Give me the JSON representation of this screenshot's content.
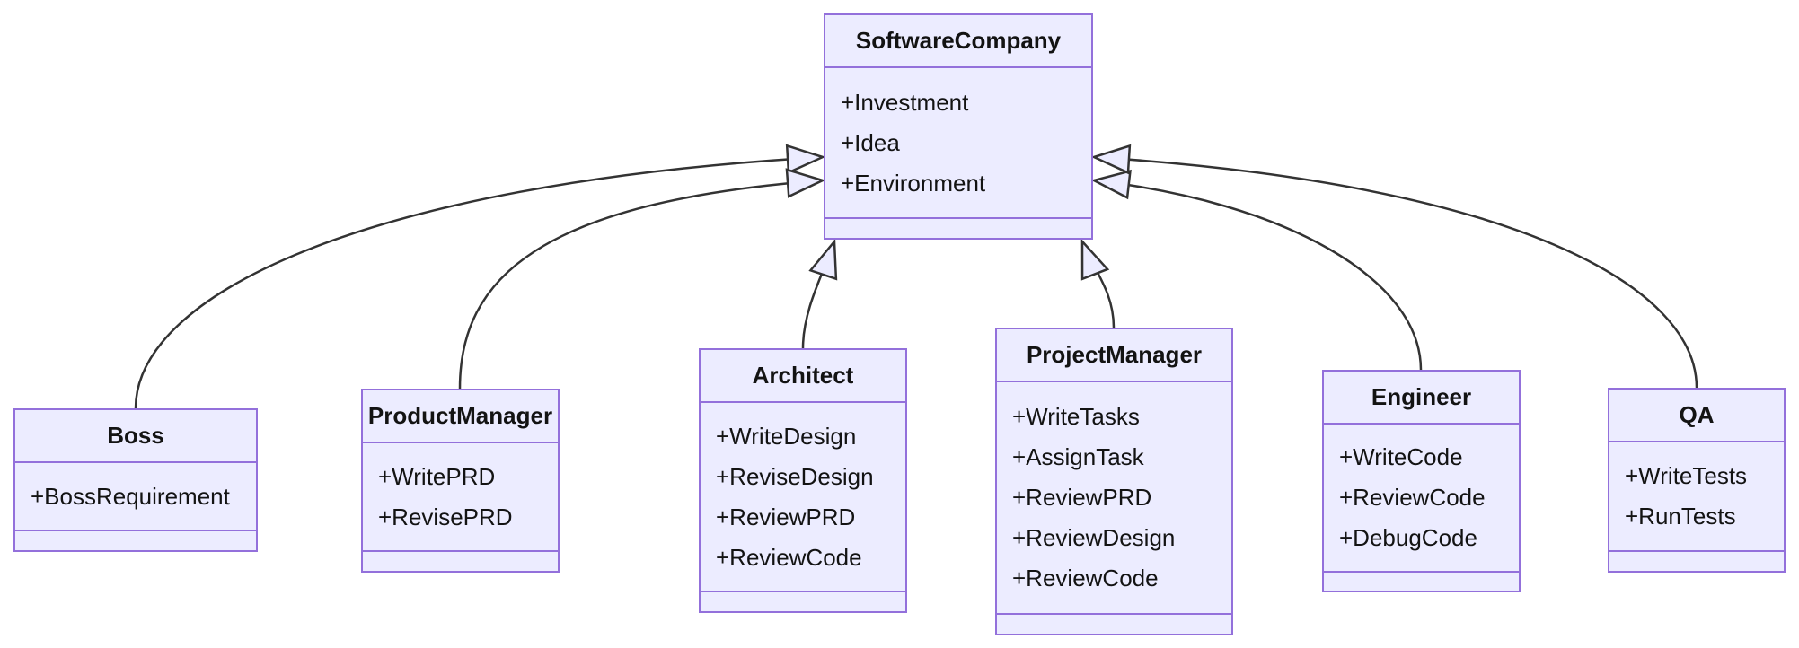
{
  "diagram": {
    "kind": "uml-class-diagram",
    "colors": {
      "node_fill": "#ECECFF",
      "node_border": "#9370DB",
      "edge": "#333333",
      "text": "#131313",
      "arrow_fill": "#ECECFF",
      "background": "#ffffff"
    },
    "classes": [
      {
        "name": "SoftwareCompany",
        "attributes": [
          "+Investment",
          "+Idea",
          "+Environment"
        ]
      },
      {
        "name": "Boss",
        "attributes": [
          "+BossRequirement"
        ]
      },
      {
        "name": "ProductManager",
        "attributes": [
          "+WritePRD",
          "+RevisePRD"
        ]
      },
      {
        "name": "Architect",
        "attributes": [
          "+WriteDesign",
          "+ReviseDesign",
          "+ReviewPRD",
          "+ReviewCode"
        ]
      },
      {
        "name": "ProjectManager",
        "attributes": [
          "+WriteTasks",
          "+AssignTask",
          "+ReviewPRD",
          "+ReviewDesign",
          "+ReviewCode"
        ]
      },
      {
        "name": "Engineer",
        "attributes": [
          "+WriteCode",
          "+ReviewCode",
          "+DebugCode"
        ]
      },
      {
        "name": "QA",
        "attributes": [
          "+WriteTests",
          "+RunTests"
        ]
      }
    ],
    "relationships": [
      {
        "from": "Boss",
        "to": "SoftwareCompany",
        "type": "inheritance"
      },
      {
        "from": "ProductManager",
        "to": "SoftwareCompany",
        "type": "inheritance"
      },
      {
        "from": "Architect",
        "to": "SoftwareCompany",
        "type": "inheritance"
      },
      {
        "from": "ProjectManager",
        "to": "SoftwareCompany",
        "type": "inheritance"
      },
      {
        "from": "Engineer",
        "to": "SoftwareCompany",
        "type": "inheritance"
      },
      {
        "from": "QA",
        "to": "SoftwareCompany",
        "type": "inheritance"
      }
    ]
  }
}
